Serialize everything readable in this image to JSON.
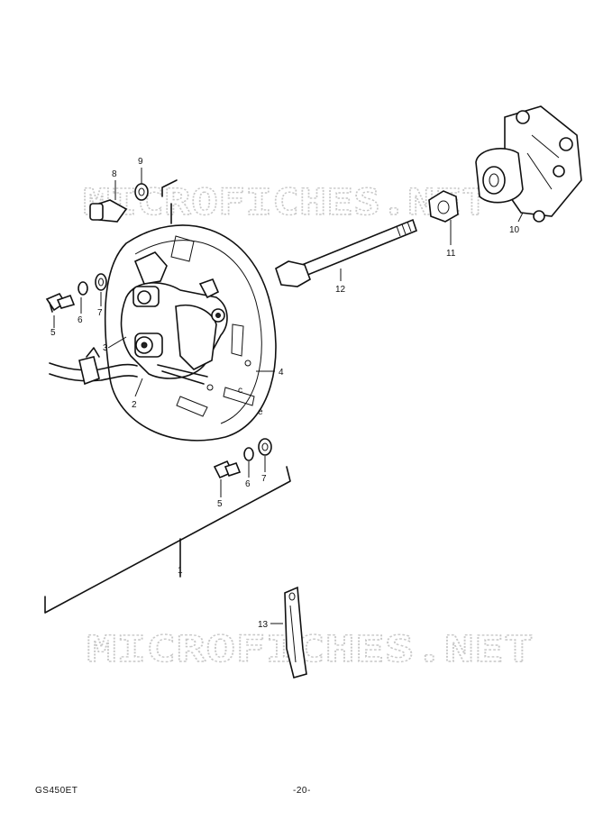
{
  "watermarks": [
    "MICROFICHES.NET",
    "MICROFICHES.NET"
  ],
  "callouts": [
    "1",
    "2",
    "3",
    "4",
    "5",
    "6",
    "7",
    "8",
    "9",
    "10",
    "11",
    "12",
    "13",
    "5",
    "6",
    "7"
  ],
  "part_letters": {
    "c": "c",
    "e": "e"
  },
  "footer": {
    "model": "GS450ET",
    "page": "-20-"
  }
}
